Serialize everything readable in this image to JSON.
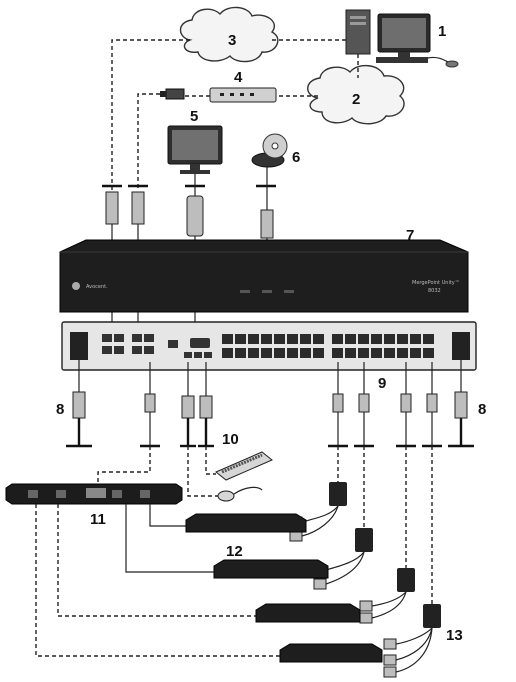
{
  "callouts": {
    "c1": "1",
    "c2": "2",
    "c3": "3",
    "c4": "4",
    "c5": "5",
    "c6": "6",
    "c7": "7",
    "c8a": "8",
    "c8b": "8",
    "c9": "9",
    "c10": "10",
    "c11": "11",
    "c12": "12",
    "c13": "13"
  },
  "switch": {
    "brand": "Avocent.",
    "model": "MergePoint Unity™",
    "model_no": "8032"
  }
}
